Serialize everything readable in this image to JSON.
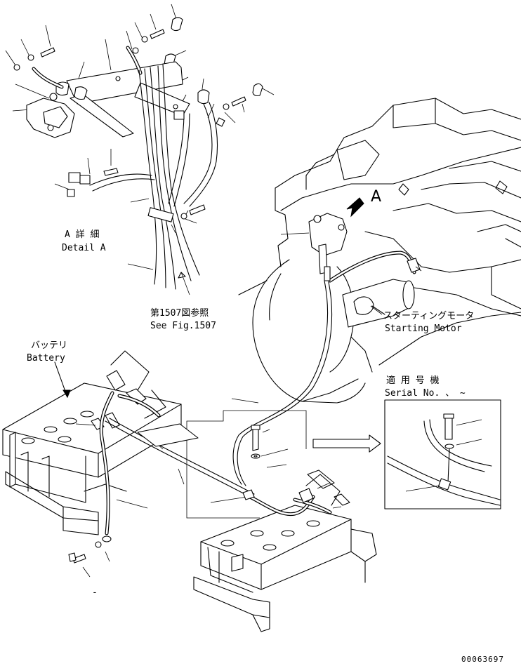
{
  "detail": {
    "title_ja": "A 詳 細",
    "title_en": "Detail A"
  },
  "reference": {
    "ja": "第1507図参照",
    "en": "See Fig.1507"
  },
  "view_marker": "A",
  "starting_motor": {
    "ja": "スターティングモータ",
    "en": "Starting Motor"
  },
  "battery": {
    "ja": "バッテリ",
    "en": "Battery"
  },
  "serial": {
    "ja": "適 用 号 機",
    "en": "Serial No. 、 ~"
  },
  "drawing_number": "00063697",
  "footnote_mark": "-"
}
